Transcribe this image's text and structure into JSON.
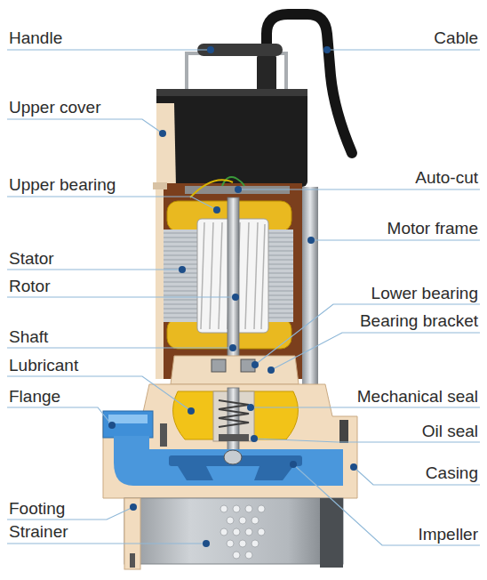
{
  "diagram": {
    "labels": [
      "Handle",
      "Upper cover",
      "Upper bearing",
      "Stator",
      "Rotor",
      "Shaft",
      "Lubricant",
      "Flange",
      "Footing",
      "Strainer",
      "Cable",
      "Auto-cut",
      "Motor frame",
      "Lower bearing",
      "Bearing bracket",
      "Mechanical seal",
      "Oil seal",
      "Casing",
      "Impeller"
    ]
  }
}
